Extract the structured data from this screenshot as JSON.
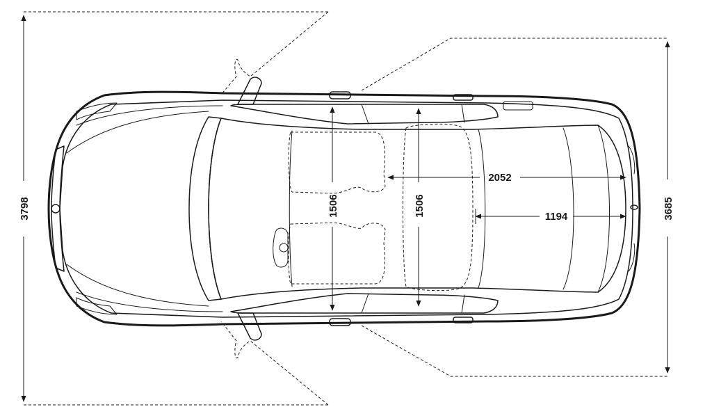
{
  "dimensions": {
    "overall_width_mirrors_open": "3798",
    "overall_width_doors": "3685",
    "front_seat_width": "1506",
    "rear_seat_width": "1506",
    "cabin_length": "2052",
    "cargo_length": "1194"
  },
  "colors": {
    "line": "#1a1a1a",
    "background": "#ffffff"
  }
}
